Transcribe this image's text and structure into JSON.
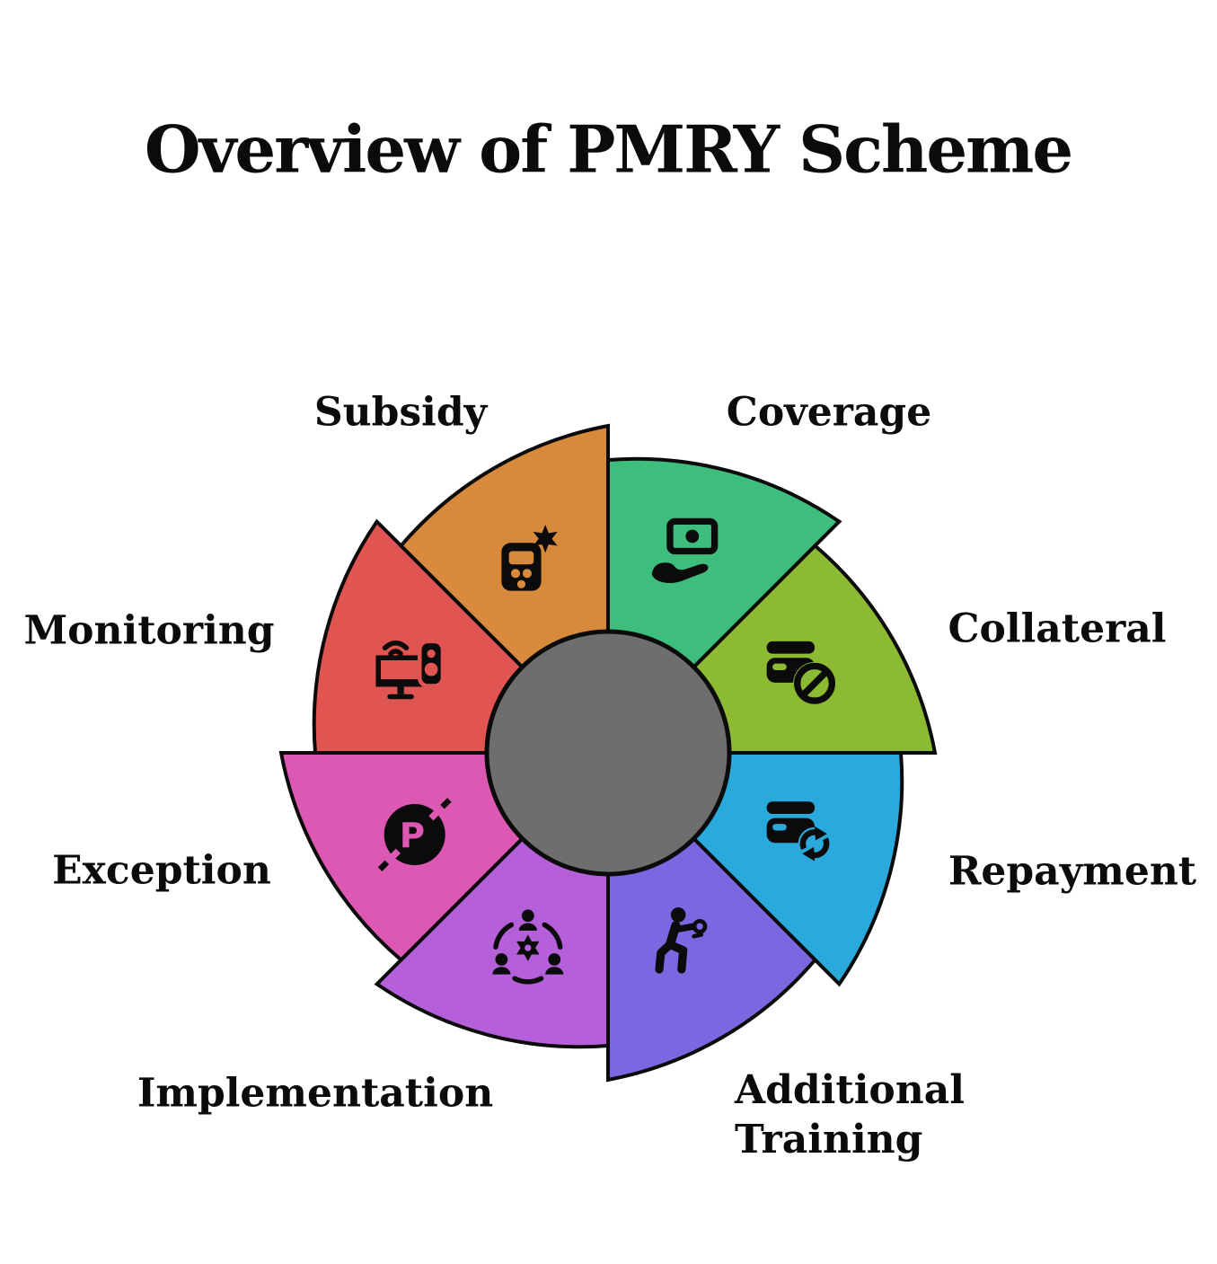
{
  "title": "Overview of PMRY Scheme",
  "hub": {
    "color": "#6E6E6E",
    "outline": "#0B0B0B"
  },
  "background_color": "#FFFFFF",
  "outline_color": "#0B0B0B",
  "segments": [
    {
      "label": "Coverage",
      "color": "#3DBE7D",
      "icon": "money-hand-icon"
    },
    {
      "label": "Collateral",
      "color": "#8CBB33",
      "icon": "card-blocked-icon"
    },
    {
      "label": "Repayment",
      "color": "#29A9DC",
      "icon": "card-refresh-icon"
    },
    {
      "label": "Additional Training",
      "color": "#7B68E0",
      "icon": "boxing-person-icon"
    },
    {
      "label": "Implementation",
      "color": "#B55FDA",
      "icon": "team-gear-icon"
    },
    {
      "label": "Exception",
      "color": "#DD58B2",
      "icon": "no-parking-icon"
    },
    {
      "label": "Monitoring",
      "color": "#E05552",
      "icon": "monitor-speaker-icon"
    },
    {
      "label": "Subsidy",
      "color": "#D88A3C",
      "icon": "calculator-sparkle-icon"
    }
  ]
}
